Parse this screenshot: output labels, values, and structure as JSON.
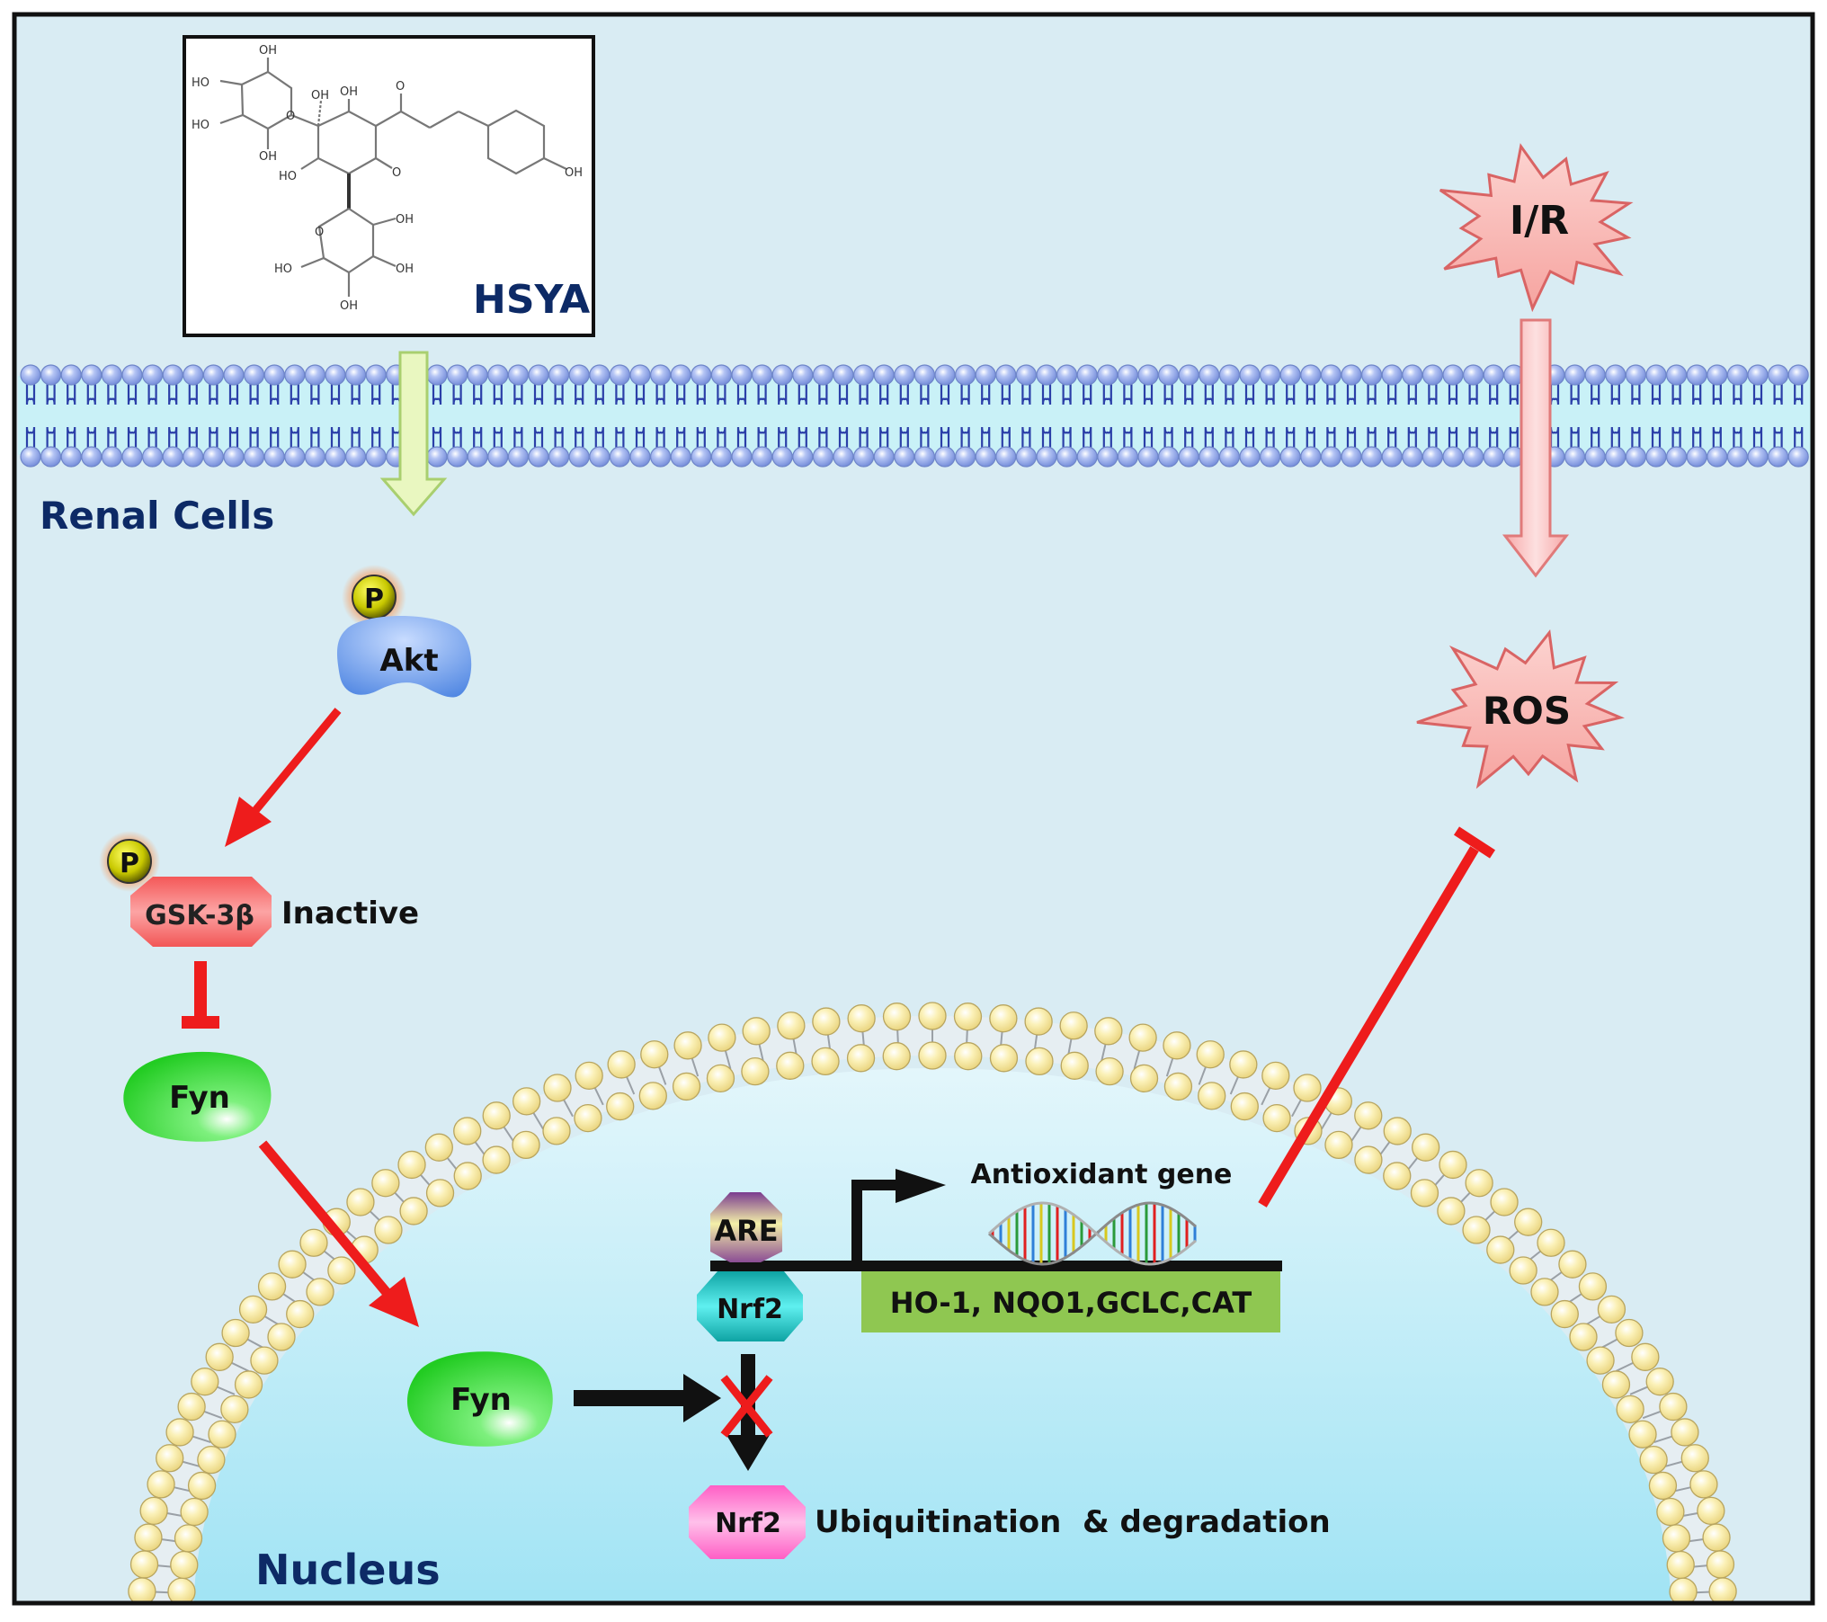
{
  "figure": {
    "cell_label": "Renal Cells",
    "nucleus_label": "Nucleus",
    "compound": {
      "name": "HSYA",
      "atom_labels": [
        "OH",
        "HO",
        "O",
        "HO",
        "OH",
        "OH",
        "OH",
        "O",
        "HO",
        "O",
        "OH",
        "OH",
        "O",
        "HO",
        "OH",
        "OH"
      ]
    },
    "stimulus": "I/R",
    "ros": "ROS",
    "akt": {
      "label": "Akt",
      "phospho": "P"
    },
    "gsk": {
      "label": "GSK-3β",
      "phospho": "P",
      "state": "Inactive"
    },
    "fyn_cyto": "Fyn",
    "fyn_nuc": "Fyn",
    "are": "ARE",
    "nrf2_bound": "Nrf2",
    "nrf2_degraded": "Nrf2",
    "degradation_text": "Ubiquitination  & degradation",
    "gene_label": "Antioxidant  gene",
    "gene_list": "HO-1, NQO1,GCLC,CAT"
  },
  "colors": {
    "background": "#d9ecf3",
    "frame": "#111111",
    "title_blue": "#0d2a66",
    "membrane_head": "#8fa6e8",
    "membrane_tail": "#2b3fa8",
    "membrane_fill": "#c9f1f7",
    "nuclear_head": "#f7eaa6",
    "nucleus_fill": "#aee6f5",
    "red_arrow": "#ee1c1c",
    "green_arrow": "#e6f5b8",
    "pink_arrow": "#f7b8b8",
    "starburst": "#f8b9b6",
    "akt": "#5b8fe6",
    "gsk": "#f26464",
    "fyn": "#33dd33",
    "nrf2_bound": "#15bfbf",
    "nrf2_degraded": "#ff7ad1",
    "are": "#c8c67a",
    "gene_box": "#8fc751",
    "phospho": "#c8c800"
  }
}
